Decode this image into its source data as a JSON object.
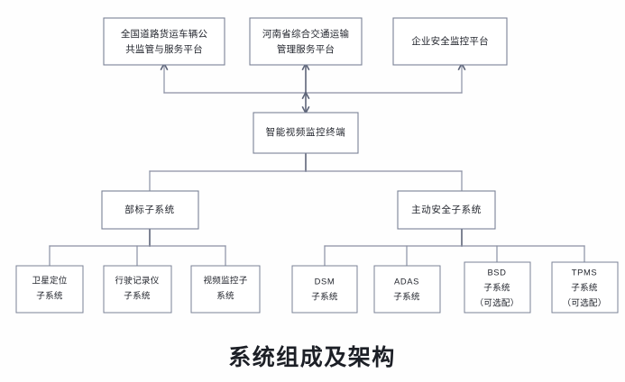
{
  "diagram": {
    "title": "系统组成及架构",
    "type": "hierarchy-architecture",
    "platforms": [
      {
        "id": "platform-national",
        "label_line1": "全国道路货运车辆公",
        "label_line2": "共监管与服务平台"
      },
      {
        "id": "platform-henan",
        "label_line1": "河南省综合交通运输",
        "label_line2": "管理服务平台"
      },
      {
        "id": "platform-enterprise",
        "label_line1": "企业安全监控平台",
        "label_line2": ""
      }
    ],
    "terminal": {
      "id": "terminal-node",
      "label": "智能视频监控终端"
    },
    "subsystems": [
      {
        "id": "subsystem-bubiao",
        "label": "部标子系统"
      },
      {
        "id": "subsystem-active-safety",
        "label": "主动安全子系统"
      }
    ],
    "bubiao_children": [
      {
        "id": "leaf-satellite",
        "line1": "卫星定位",
        "line2": "子系统",
        "line3": ""
      },
      {
        "id": "leaf-tachograph",
        "line1": "行驶记录仪",
        "line2": "子系统",
        "line3": ""
      },
      {
        "id": "leaf-video",
        "line1": "视频监控子",
        "line2": "系统",
        "line3": ""
      }
    ],
    "active_safety_children": [
      {
        "id": "leaf-dsm",
        "line1": "DSM",
        "line2": "子系统",
        "line3": ""
      },
      {
        "id": "leaf-adas",
        "line1": "ADAS",
        "line2": "子系统",
        "line3": ""
      },
      {
        "id": "leaf-bsd",
        "line1": "BSD",
        "line2": "子系统",
        "line3": "（可选配）"
      },
      {
        "id": "leaf-tpms",
        "line1": "TPMS",
        "line2": "子系统",
        "line3": "（可选配）"
      }
    ],
    "colors": {
      "box_border": "#7a8296",
      "connector": "#8a8fa3",
      "connector_strong": "#5d6478",
      "text": "#23262e",
      "background": "#fefefe"
    }
  }
}
